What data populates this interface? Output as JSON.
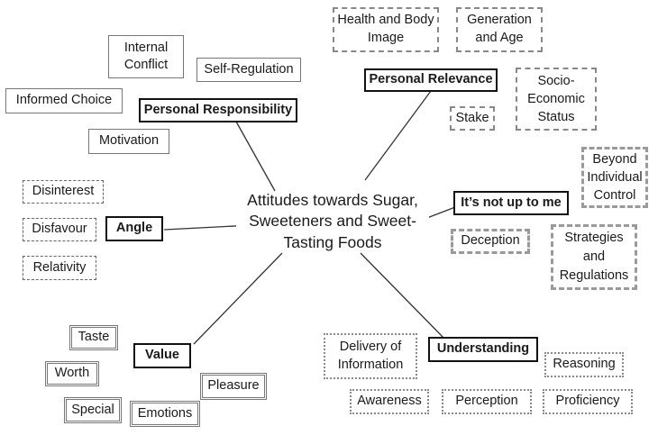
{
  "central": "Attitudes towards Sugar, Sweeteners and Sweet-Tasting Foods",
  "themes": {
    "personal_responsibility": "Personal Responsibility",
    "personal_relevance": "Personal Relevance",
    "not_up_to_me": "It’s not up to me",
    "angle": "Angle",
    "value": "Value",
    "understanding": "Understanding"
  },
  "subthemes": {
    "internal_conflict": "Internal Conflict",
    "self_regulation": "Self-Regulation",
    "informed_choice": "Informed Choice",
    "motivation": "Motivation",
    "health_body_image": "Health and Body Image",
    "generation_age": "Generation and Age",
    "socio_economic": "Socio-Economic Status",
    "stake": "Stake",
    "beyond_control": "Beyond Individual Control",
    "deception": "Deception",
    "strategies_regulations": "Strategies and Regulations",
    "disinterest": "Disinterest",
    "disfavour": "Disfavour",
    "relativity": "Relativity",
    "taste": "Taste",
    "worth": "Worth",
    "special": "Special",
    "emotions": "Emotions",
    "pleasure": "Pleasure",
    "delivery_info": "Delivery of Information",
    "reasoning": "Reasoning",
    "awareness": "Awareness",
    "perception": "Perception",
    "proficiency": "Proficiency"
  }
}
